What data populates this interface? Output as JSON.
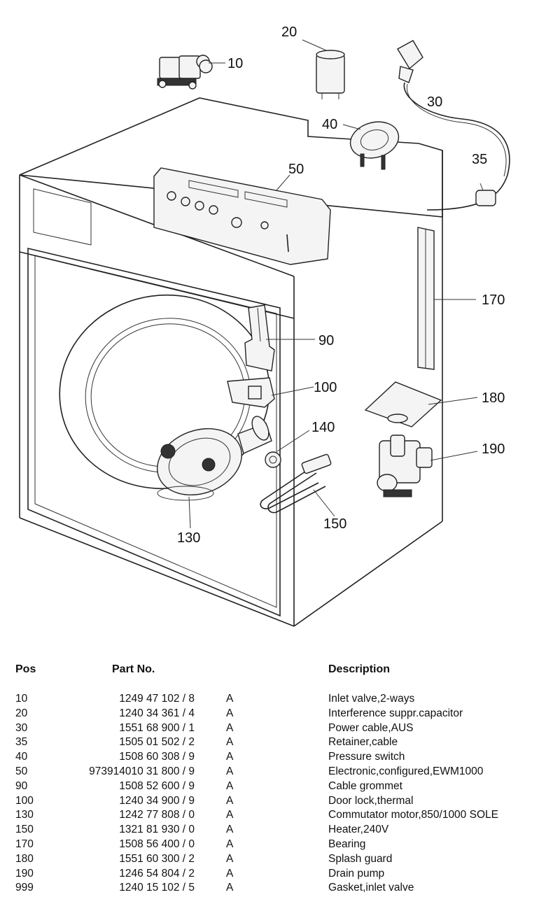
{
  "callouts": [
    "10",
    "20",
    "30",
    "35",
    "40",
    "50",
    "90",
    "100",
    "130",
    "140",
    "150",
    "170",
    "180",
    "190"
  ],
  "table": {
    "headers": {
      "pos": "Pos",
      "part_no": "Part No.",
      "description": "Description"
    },
    "rows": [
      {
        "pos": "10",
        "part_no": "1249 47 102 / 8",
        "flag": "A",
        "description": "Inlet valve,2-ways"
      },
      {
        "pos": "20",
        "part_no": "1240 34 361 / 4",
        "flag": "A",
        "description": "Interference suppr.capacitor"
      },
      {
        "pos": "30",
        "part_no": "1551 68 900 / 1",
        "flag": "A",
        "description": "Power cable,AUS"
      },
      {
        "pos": "35",
        "part_no": "1505 01 502 / 2",
        "flag": "A",
        "description": "Retainer,cable"
      },
      {
        "pos": "40",
        "part_no": "1508 60 308 / 9",
        "flag": "A",
        "description": "Pressure switch"
      },
      {
        "pos": "50",
        "part_no": "973914010 31 800 / 9",
        "flag": "A",
        "description": "Electronic,configured,EWM1000"
      },
      {
        "pos": "90",
        "part_no": "1508 52 600 / 9",
        "flag": "A",
        "description": "Cable grommet"
      },
      {
        "pos": "100",
        "part_no": "1240 34 900 / 9",
        "flag": "A",
        "description": "Door lock,thermal"
      },
      {
        "pos": "130",
        "part_no": "1242 77 808 / 0",
        "flag": "A",
        "description": "Commutator motor,850/1000 SOLE"
      },
      {
        "pos": "150",
        "part_no": "1321 81 930 / 0",
        "flag": "A",
        "description": "Heater,240V"
      },
      {
        "pos": "170",
        "part_no": "1508 56 400 / 0",
        "flag": "A",
        "description": "Bearing"
      },
      {
        "pos": "180",
        "part_no": "1551 60 300 / 2",
        "flag": "A",
        "description": "Splash guard"
      },
      {
        "pos": "190",
        "part_no": "1246 54 804 / 2",
        "flag": "A",
        "description": "Drain pump"
      },
      {
        "pos": "999",
        "part_no": "1240 15 102 / 5",
        "flag": "A",
        "description": "Gasket,inlet valve"
      }
    ]
  }
}
